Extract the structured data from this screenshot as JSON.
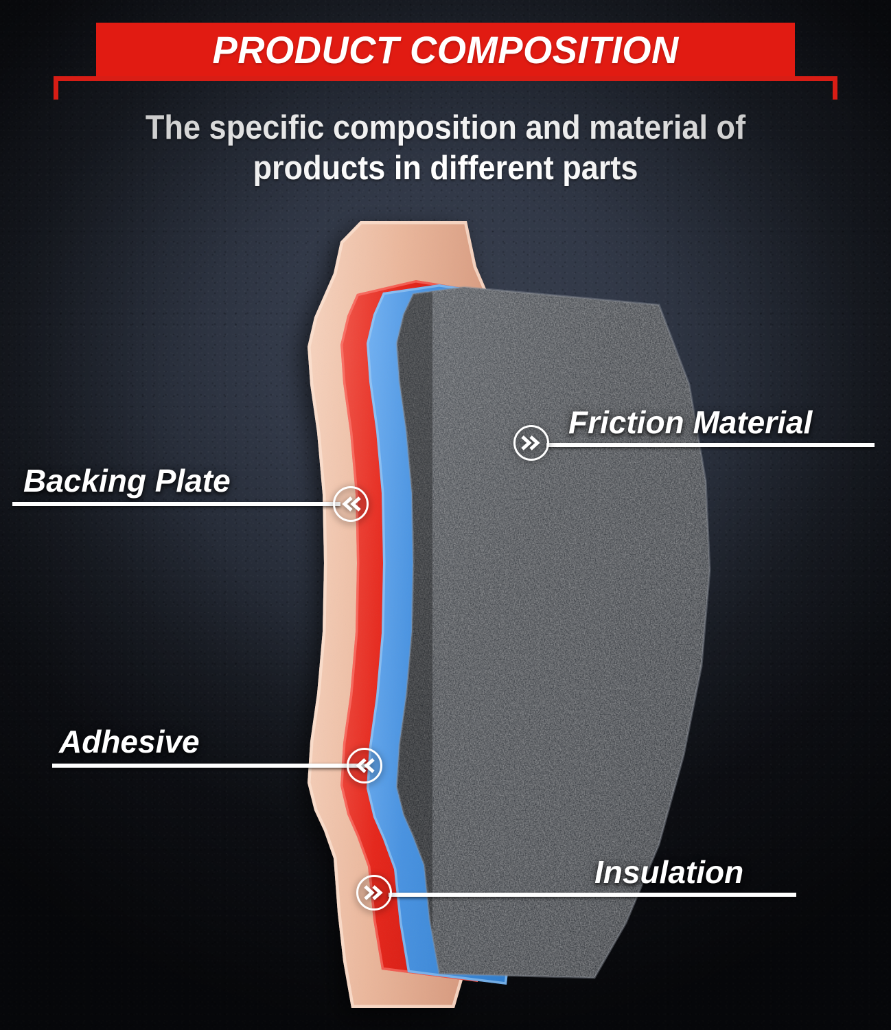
{
  "header": {
    "title": "PRODUCT COMPOSITION",
    "subtitle_line1": "The specific composition and material of",
    "subtitle_line2": "products in different parts",
    "banner_color": "#e11b12",
    "bracket_color": "#d81d15",
    "title_color": "#ffffff"
  },
  "background": {
    "center_color": "#39404f",
    "mid_color": "#272d39",
    "edge_color": "#101218"
  },
  "diagram": {
    "name": "brake-pad-exploded-layers",
    "layers": [
      {
        "id": "backing-plate",
        "label": "Backing Plate",
        "color": "#d79678",
        "highlight": "#f0bda3"
      },
      {
        "id": "adhesive",
        "label": "Adhesive",
        "color": "#e2231a",
        "highlight": "#f4564c"
      },
      {
        "id": "insulation",
        "label": "Insulation",
        "color": "#3e8ddd",
        "highlight": "#6fb0f0"
      },
      {
        "id": "friction-material",
        "label": "Friction Material",
        "color": "#3a3d42",
        "highlight": "#b9bec6"
      }
    ]
  },
  "callouts": [
    {
      "id": "friction-material",
      "label": "Friction Material",
      "side": "right",
      "chevron": "chevron-double-right"
    },
    {
      "id": "backing-plate",
      "label": "Backing Plate",
      "side": "left",
      "chevron": "chevron-double-left"
    },
    {
      "id": "adhesive",
      "label": "Adhesive",
      "side": "left",
      "chevron": "chevron-double-left"
    },
    {
      "id": "insulation",
      "label": "Insulation",
      "side": "right",
      "chevron": "chevron-double-right"
    }
  ]
}
